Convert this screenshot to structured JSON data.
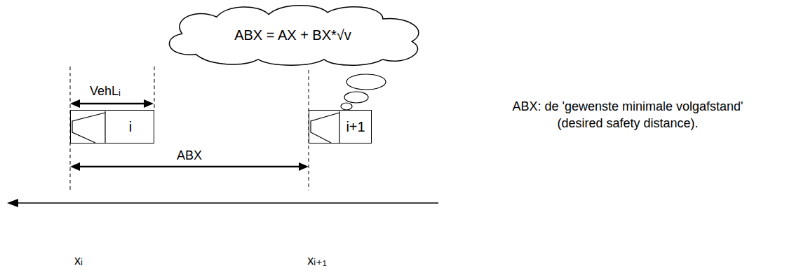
{
  "diagram": {
    "nodes": [
      {
        "text": [
          "ABX = AX + BX*√v"
        ]
      },
      {
        "text": [
          "i"
        ]
      },
      {
        "text": [
          "i+1"
        ]
      }
    ],
    "labels": [
      "VehLᵢ",
      "ABX",
      "ABX: de 'gewenste minimale volgafstand' (desired safety distance).",
      "xᵢ",
      "xᵢ₊₁"
    ]
  }
}
